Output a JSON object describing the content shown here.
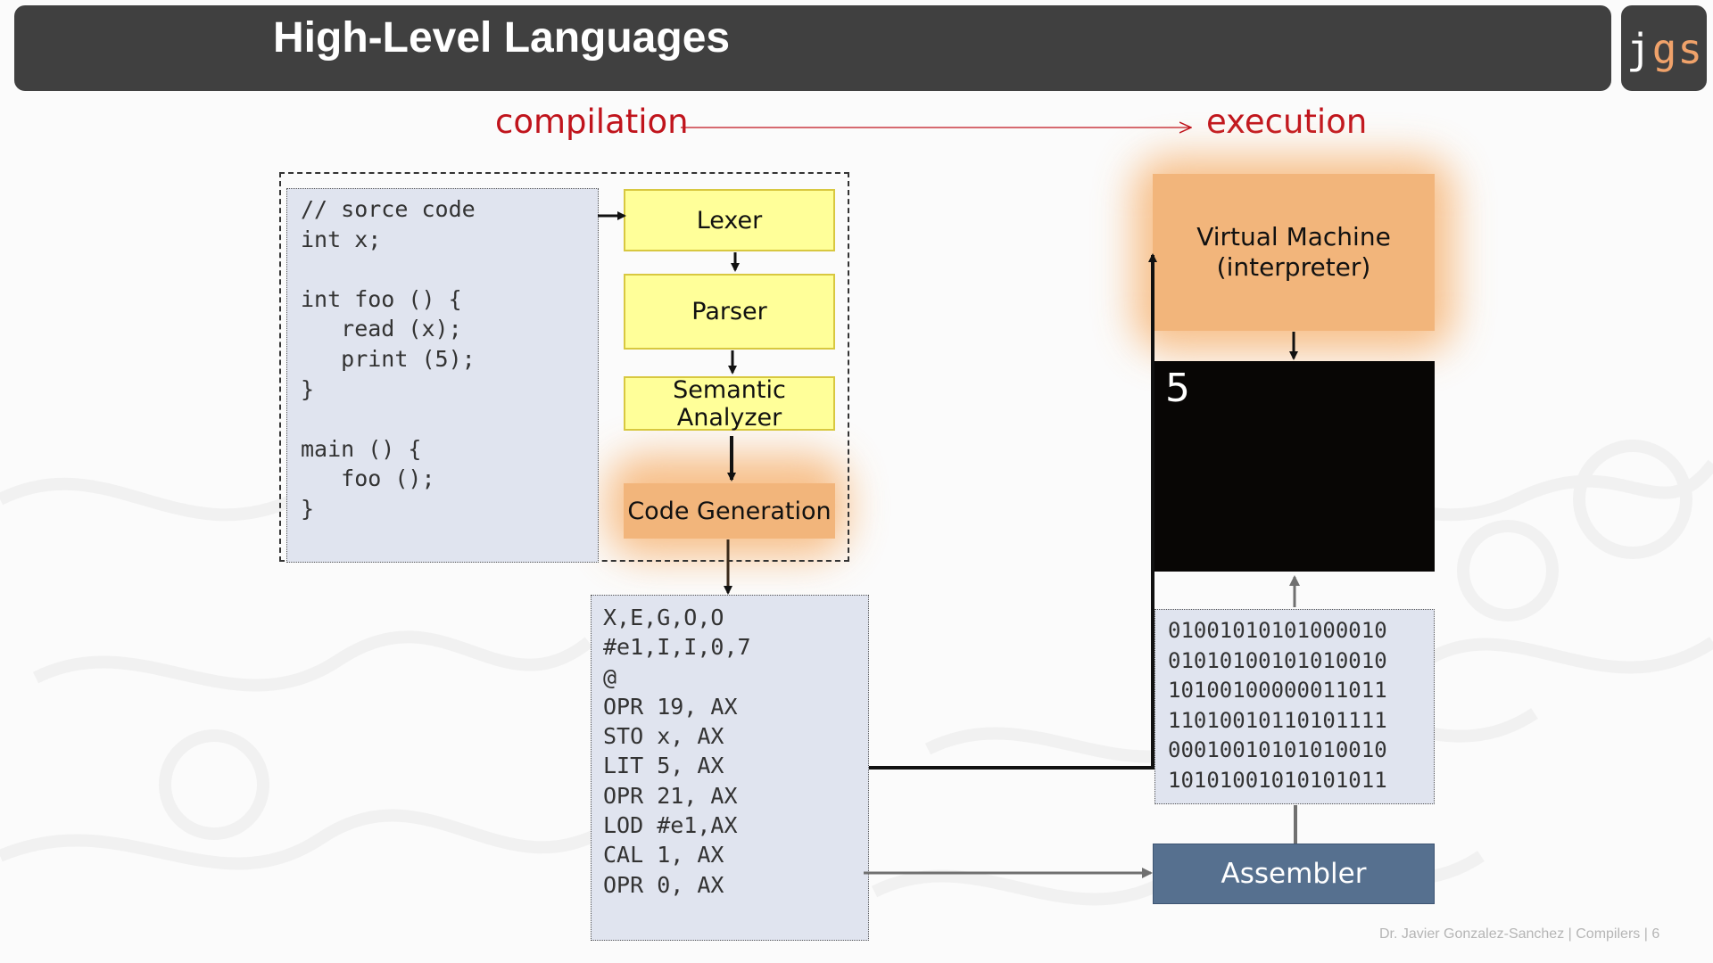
{
  "slide": {
    "title": "High-Level Languages",
    "logo": {
      "j": "j",
      "gs": "gs"
    },
    "footer": "Dr. Javier Gonzalez-Sanchez | Compilers | 6"
  },
  "phases": {
    "left": "compilation",
    "right": "execution"
  },
  "source_code": {
    "lines": [
      "// sorce code",
      "int x;",
      "",
      "int foo () {",
      "   read (x);",
      "   print (5);",
      "}",
      "",
      "main () {",
      "   foo ();",
      "}"
    ]
  },
  "stages": {
    "lexer": "Lexer",
    "parser": "Parser",
    "semantic": "Semantic Analyzer",
    "codegen": "Code Generation"
  },
  "intermediate_code": {
    "lines": [
      "X,E,G,O,O",
      "#e1,I,I,0,7",
      "@",
      "OPR 19, AX",
      "STO x, AX",
      "LIT 5, AX",
      "OPR 21, AX",
      "LOD #e1,AX",
      "CAL 1, AX",
      "OPR 0, AX"
    ]
  },
  "vm": {
    "line1": "Virtual Machine",
    "line2": "(interpreter)"
  },
  "screen_output": "5",
  "binary": {
    "lines": [
      "0100101010100001 0",
      "0101010010101001 0",
      "1010010000001101 1",
      "1101001011010111 1",
      "0001001010101001 0",
      "1010100101010101 1"
    ]
  },
  "assembler": "Assembler",
  "colors": {
    "phase_text": "#c0141c",
    "yellow_block": "#ffff99",
    "orange_block": "#f2b57b",
    "assembler": "#56708f",
    "code_panel": "#e0e4ef"
  }
}
